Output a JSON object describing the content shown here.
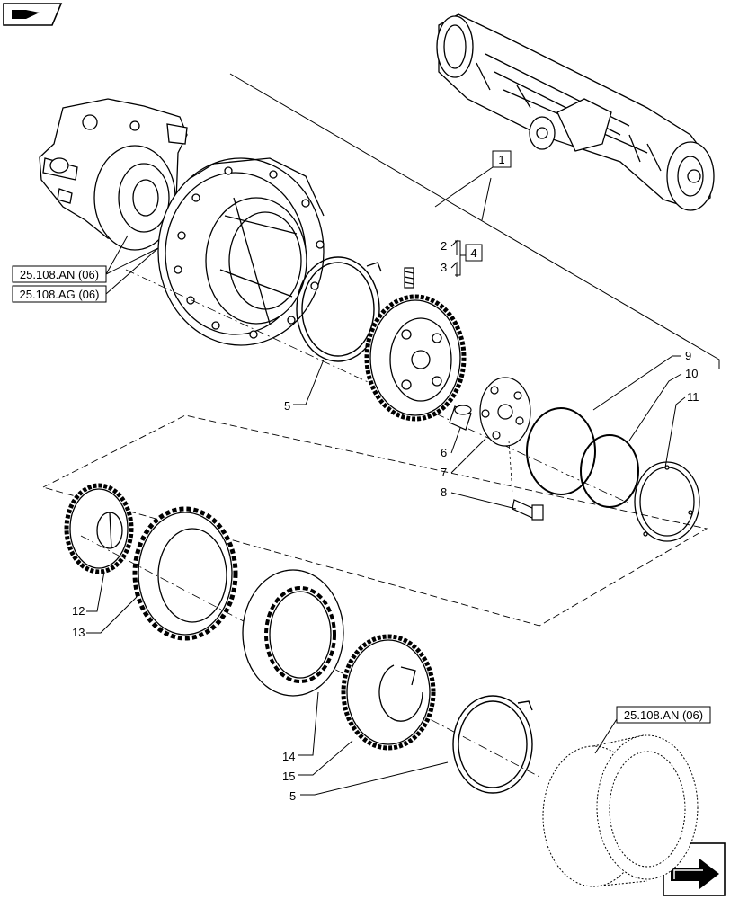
{
  "diagram": {
    "top_ref_box": "1",
    "right_ref_box": "4",
    "reference_links": [
      "25.108.AN (06)",
      "25.108.AG (06)",
      "25.108.AN (06)"
    ],
    "callouts": [
      "2",
      "3",
      "5",
      "6",
      "7",
      "8",
      "9",
      "10",
      "11",
      "12",
      "13",
      "14",
      "15",
      "5"
    ]
  },
  "icons": {
    "top_left": "book-flip-icon",
    "bottom_right": "next-page-arrow-icon"
  },
  "colors": {
    "line": "#000000",
    "background": "#ffffff"
  }
}
